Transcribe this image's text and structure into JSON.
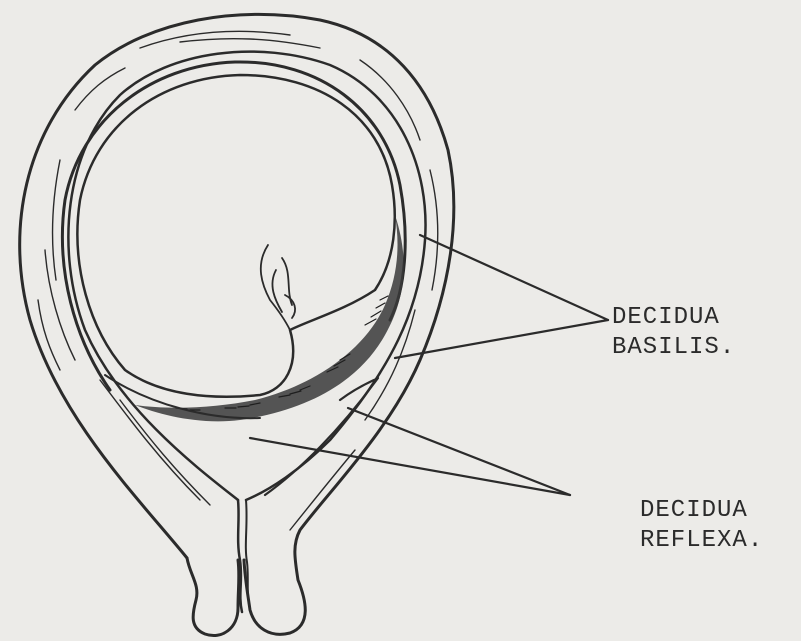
{
  "labels": {
    "basilis": {
      "line1": "DECIDUA",
      "line2": "BASILIS."
    },
    "reflexa": {
      "line1": "DECIDUA",
      "line2": "REFLEXA."
    }
  },
  "colors": {
    "paper": "#ecebe8",
    "ink": "#2b2b2b"
  }
}
